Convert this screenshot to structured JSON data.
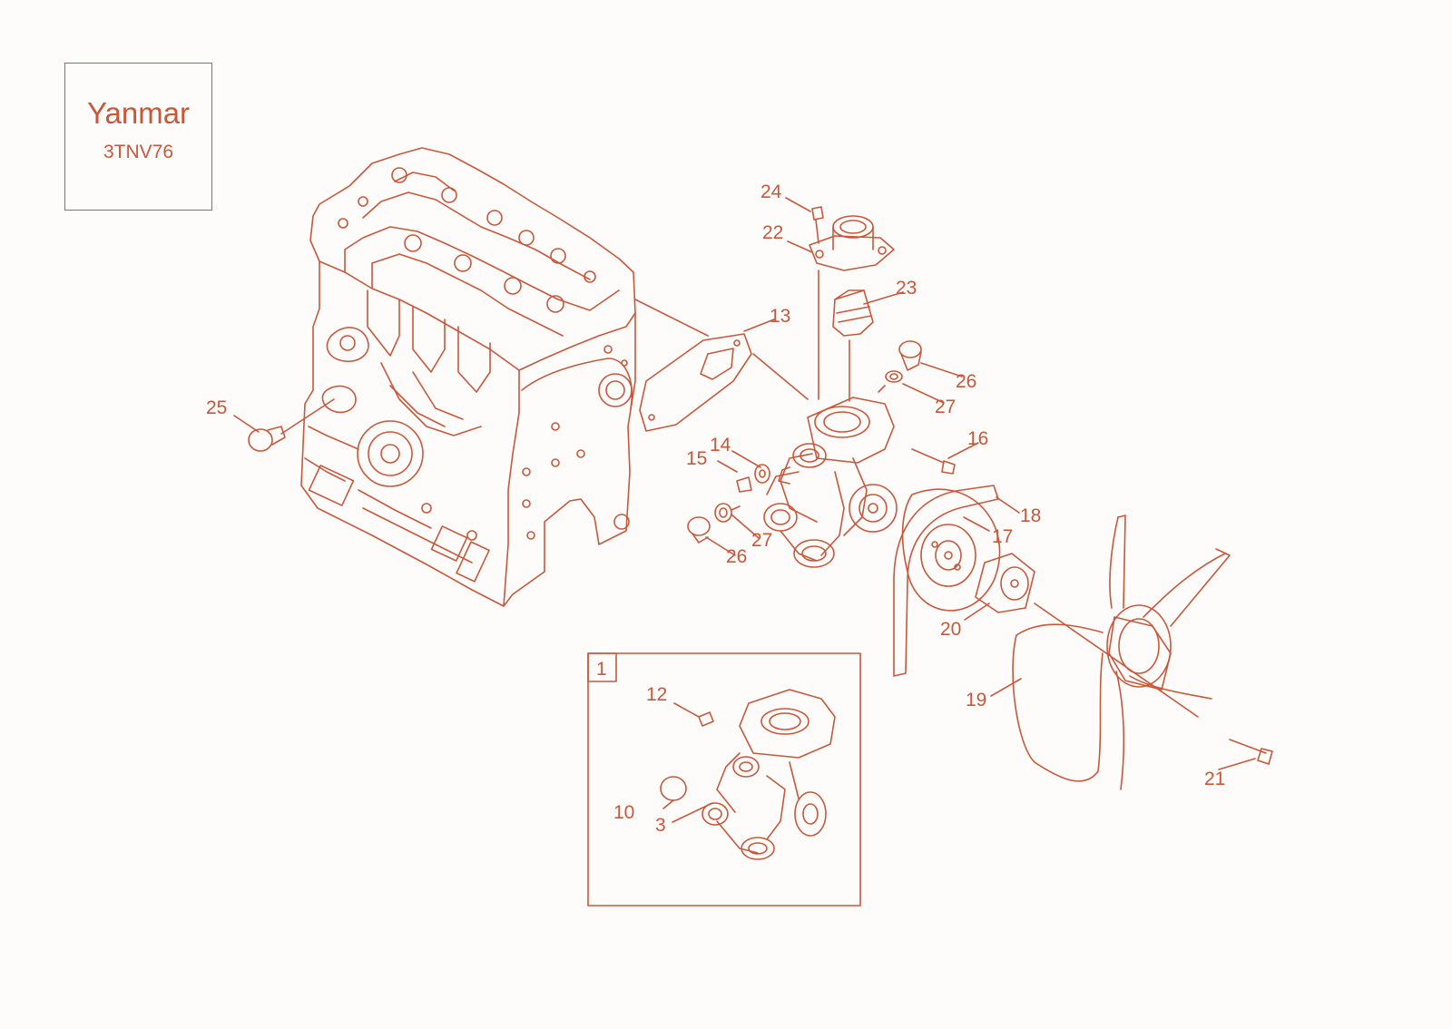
{
  "header": {
    "brand": "Yanmar",
    "model": "3TNV76"
  },
  "colors": {
    "line": "#c8583b",
    "background": "#fdfcfa"
  },
  "inset": {
    "label": "1"
  },
  "callouts": {
    "c24": "24",
    "c22": "22",
    "c23": "23",
    "c13": "13",
    "c26a": "26",
    "c27a": "27",
    "c16": "16",
    "c25": "25",
    "c14": "14",
    "c15": "15",
    "c18": "18",
    "c17": "17",
    "c27b": "27",
    "c26b": "26",
    "c20": "20",
    "c19": "19",
    "c21": "21",
    "c12": "12",
    "c10": "10",
    "c3": "3"
  }
}
